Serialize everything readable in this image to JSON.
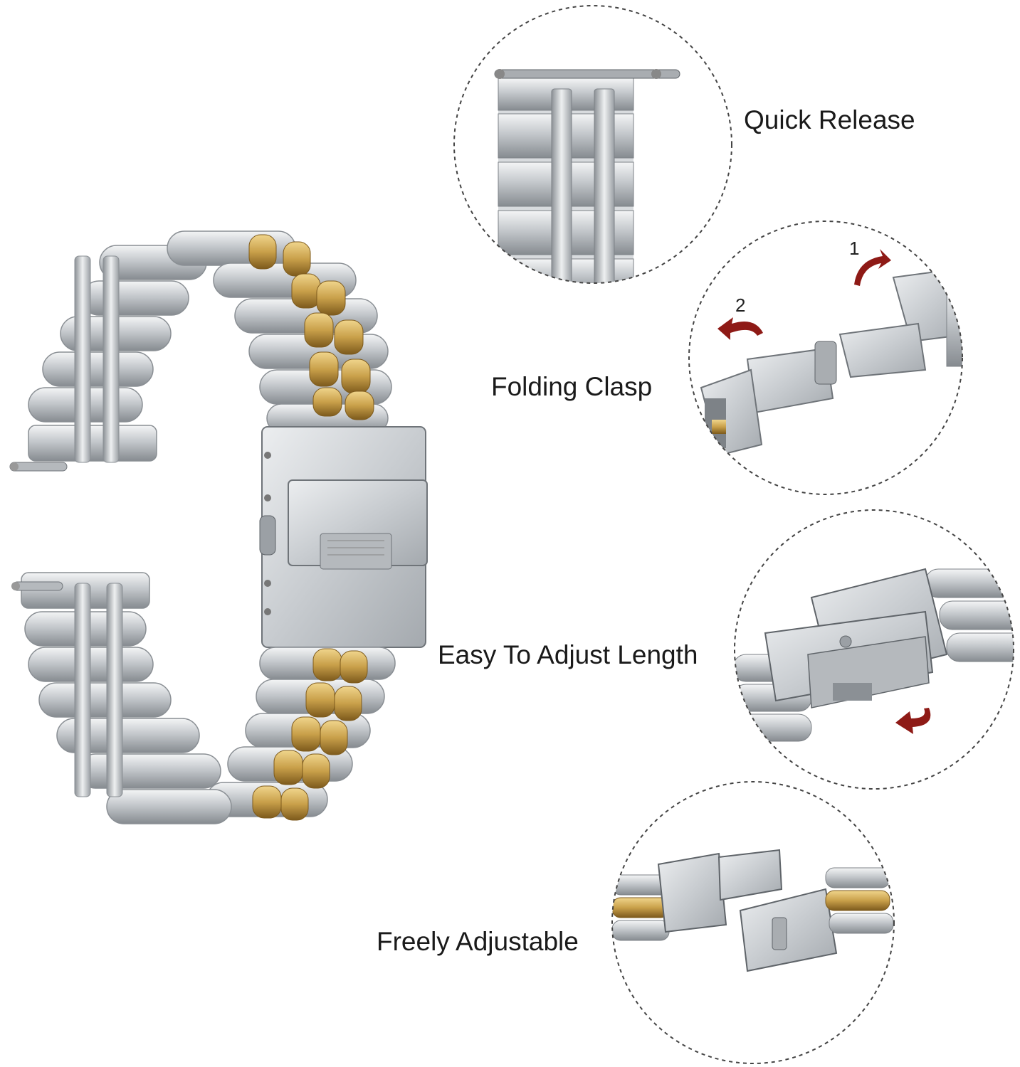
{
  "features": {
    "quick_release": "Quick Release",
    "folding_clasp": "Folding Clasp",
    "adjust_length": "Easy To Adjust Length",
    "freely_adjustable": "Freely Adjustable"
  },
  "clasp_steps": [
    "1",
    "2"
  ],
  "colors": {
    "steel_light": "#e6e8ea",
    "steel_mid": "#b9bdc1",
    "steel_dark": "#7d8287",
    "gold": "#c9a04a",
    "gold_dark": "#8a6420",
    "arrow": "#8e1a16",
    "dashed_circle": "#444444"
  },
  "icons": [
    "curved-arrow-icon",
    "curved-arrow-icon",
    "curved-arrow-icon"
  ]
}
